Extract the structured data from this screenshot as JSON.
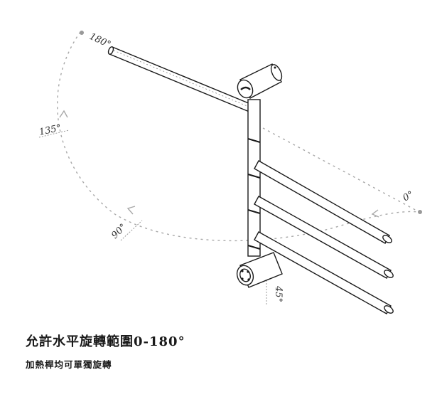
{
  "caption": {
    "title": "允許水平旋轉範圍0-180°",
    "subtitle": "加熱桿均可單獨旋轉"
  },
  "angles": [
    {
      "key": "a180",
      "label": "180°"
    },
    {
      "key": "a135",
      "label": "135°"
    },
    {
      "key": "a90",
      "label": "90°"
    },
    {
      "key": "a45",
      "label": "45°"
    },
    {
      "key": "a0",
      "label": "0°"
    }
  ],
  "colors": {
    "line": "#1a1a1a",
    "arc": "#a8a8a8",
    "text": "#1a1a1a",
    "background": "#ffffff"
  }
}
